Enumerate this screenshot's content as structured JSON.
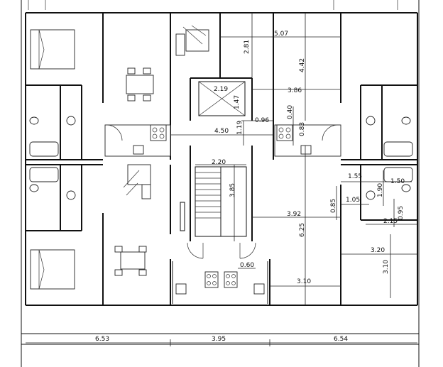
{
  "drawing": {
    "dimensions": {
      "d_507": "5.07",
      "d_281": "2.81",
      "d_442": "4.42",
      "d_219": "2.19",
      "d_386": "3.86",
      "d_147": "1.47",
      "d_096": "0.96",
      "d_040": "0.40",
      "d_083": "0.83",
      "d_450": "4.50",
      "d_119": "1.19",
      "d_220": "2.20",
      "d_155": "1.55",
      "d_150": "1.50",
      "d_190": "1.90",
      "d_105": "1.05",
      "d_385": "3.85",
      "d_085": "0.85",
      "d_392": "3.92",
      "d_215": "2.15",
      "d_095": "0.95",
      "d_625": "6.25",
      "d_320": "3.20",
      "d_310a": "3.10",
      "d_060": "0.60",
      "d_310b": "3.10",
      "d_653": "6.53",
      "d_395": "3.95",
      "d_654": "6.54"
    }
  }
}
